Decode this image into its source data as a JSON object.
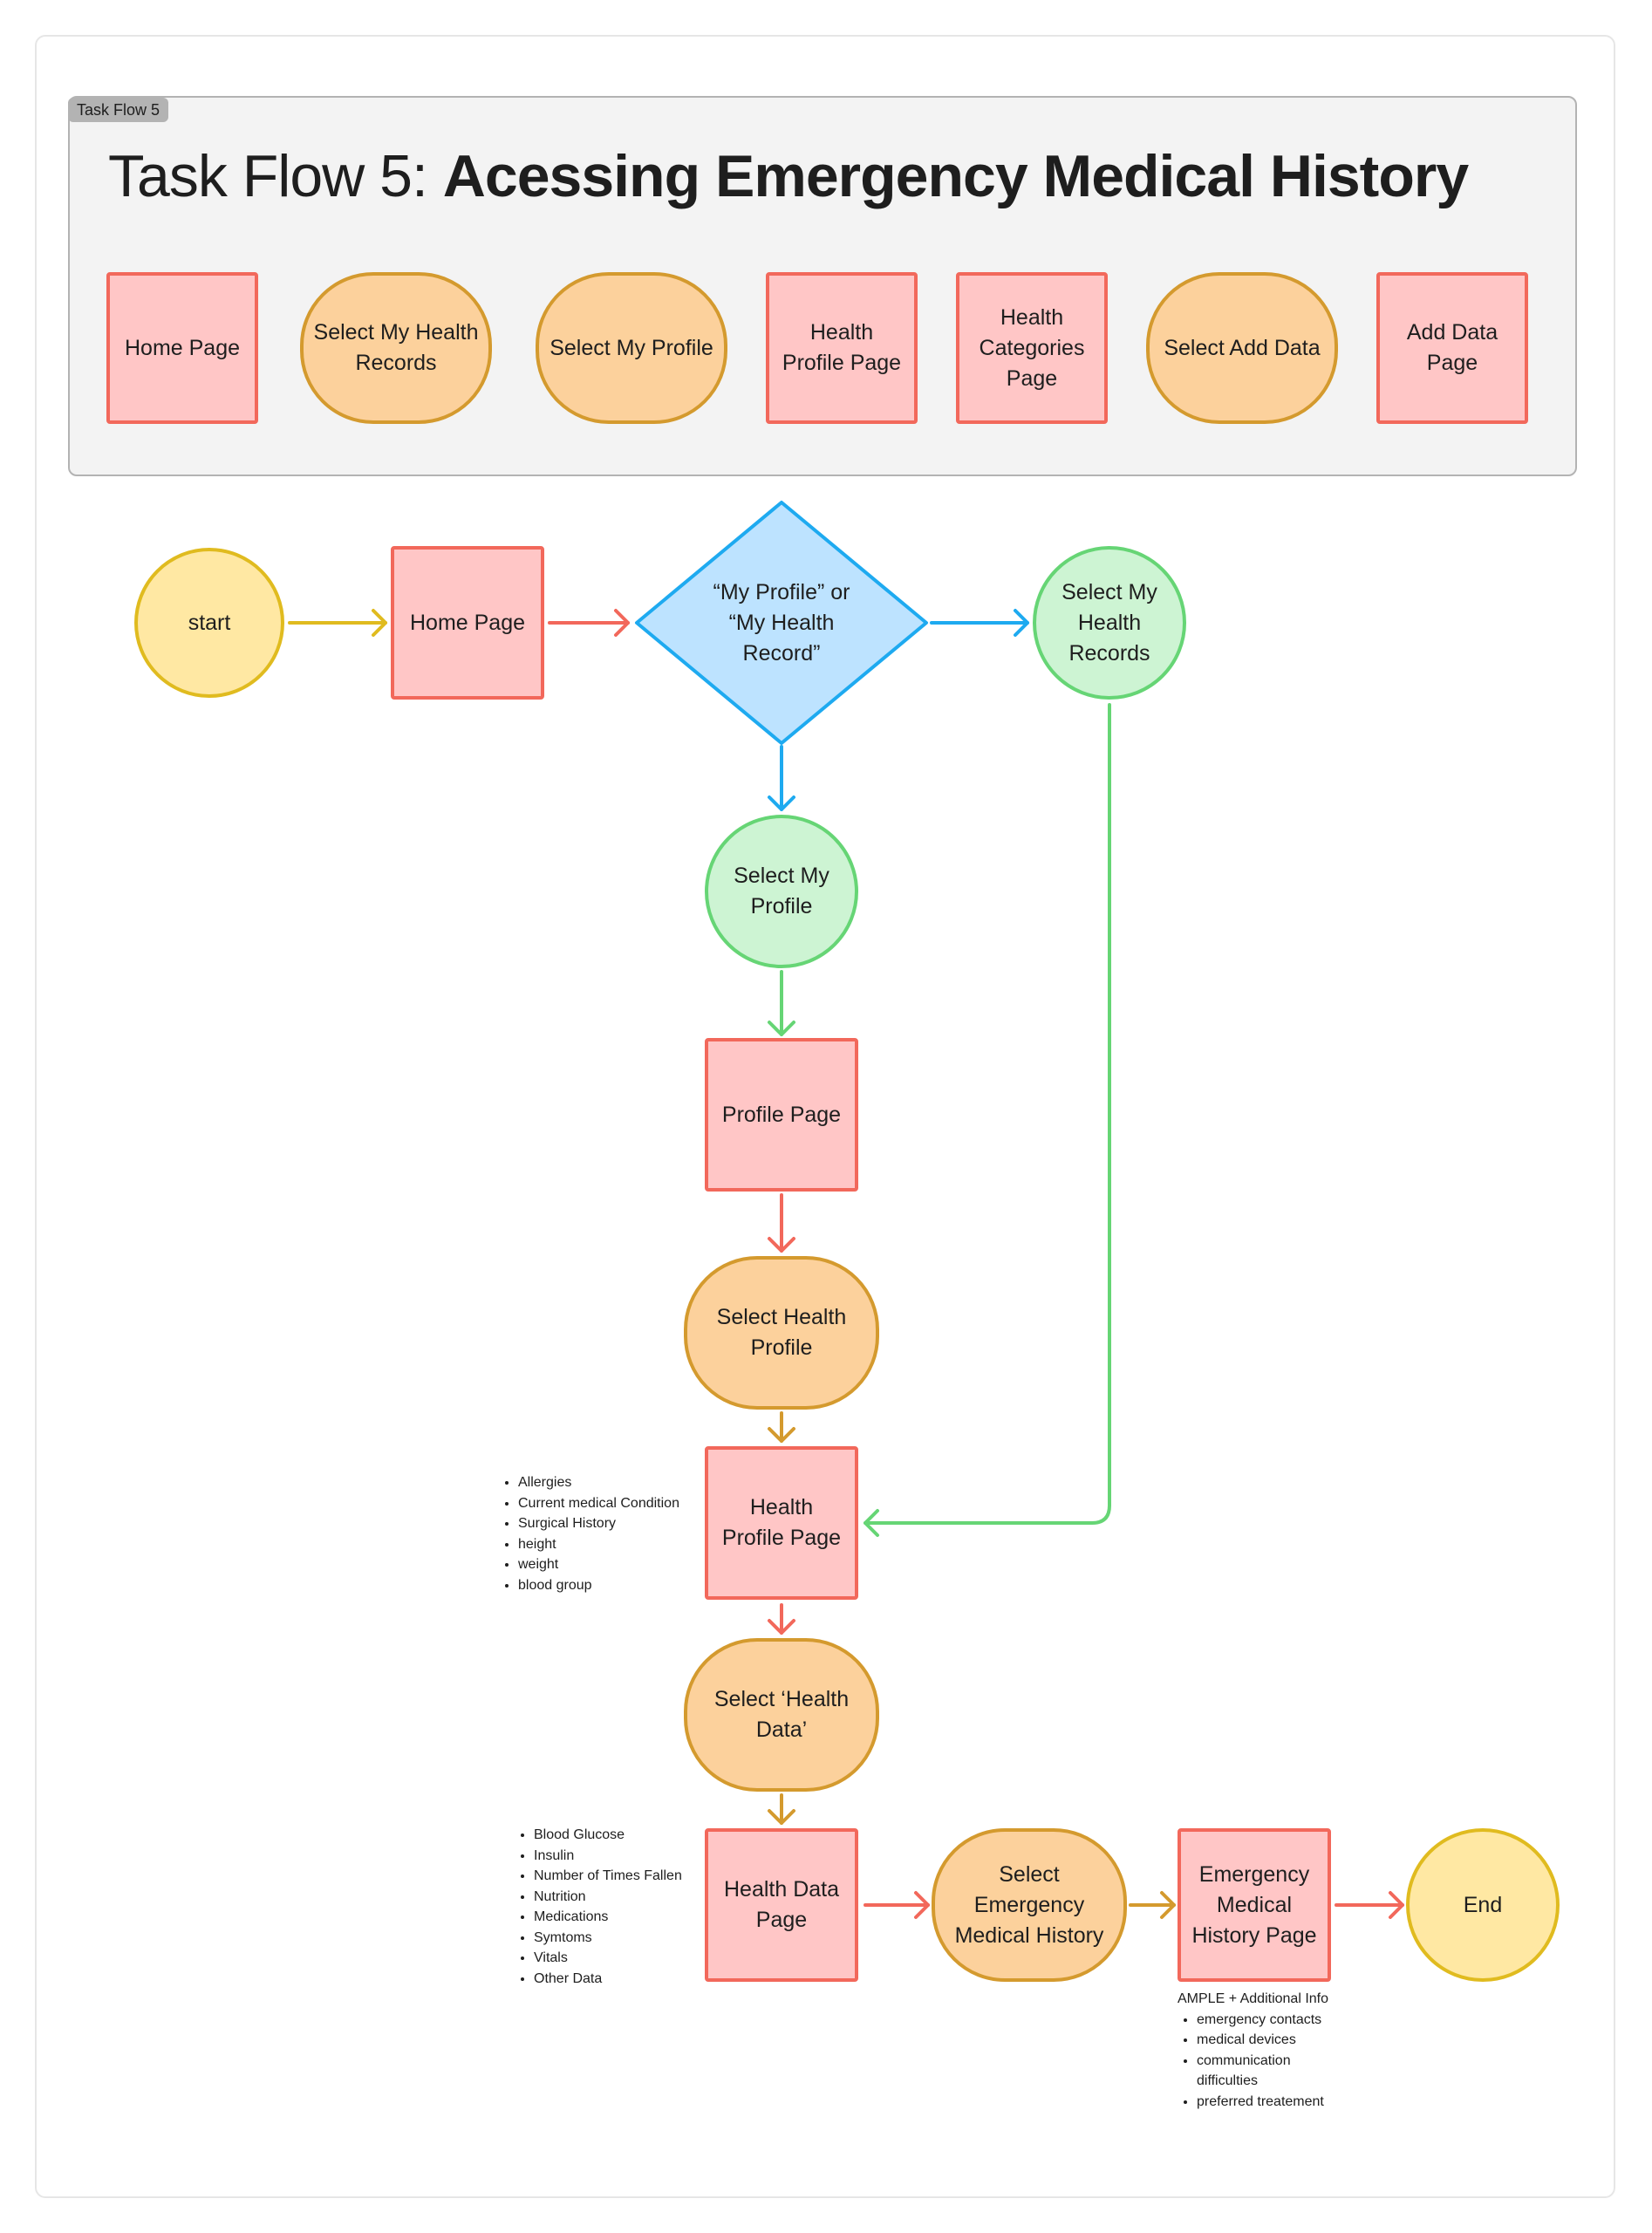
{
  "section": {
    "tag": "Task Flow 5"
  },
  "title": {
    "prefix": "Task Flow 5: ",
    "main": "Acessing Emergency Medical History"
  },
  "legend": [
    {
      "label": "Home Page",
      "kind": "page"
    },
    {
      "label": "Select My Health Records",
      "kind": "action"
    },
    {
      "label": "Select My Profile",
      "kind": "action"
    },
    {
      "label": "Health Profile Page",
      "kind": "page"
    },
    {
      "label": "Health Categories Page",
      "kind": "page"
    },
    {
      "label": "Select Add Data",
      "kind": "action"
    },
    {
      "label": "Add Data Page",
      "kind": "page"
    }
  ],
  "flow": {
    "start": "start",
    "home_page": "Home Page",
    "decision": "“My Profile” or “My Health Record”",
    "select_health_records": "Select My Health Records",
    "select_my_profile": "Select My Profile",
    "profile_page": "Profile Page",
    "select_health_profile": "Select Health Profile",
    "health_profile_page": "Health Profile Page",
    "select_health_data": "Select ‘Health Data’",
    "health_data_page": "Health Data Page",
    "select_emergency_history": "Select Emergency Medical History",
    "emergency_history_page": "Emergency Medical History Page",
    "end": "End"
  },
  "notes": {
    "health_profile_items": [
      "Allergies",
      "Current medical Condition",
      "Surgical History",
      "height",
      "weight",
      "blood group"
    ],
    "health_data_items": [
      "Blood Glucose",
      "Insulin",
      "Number of Times Fallen",
      "Nutrition",
      "Medications",
      "Symtoms",
      "Vitals",
      "Other Data"
    ],
    "emergency_heading": "AMPLE + Additional Info",
    "emergency_items": [
      "emergency contacts",
      "medical devices",
      "communication difficulties",
      "preferred treatement"
    ]
  },
  "colors": {
    "page_fill": "#ffc6c6",
    "page_stroke": "#f2685b",
    "action_fill": "#fcd19c",
    "action_stroke": "#d49a2e",
    "terminal_fill": "#ffe8a3",
    "terminal_stroke": "#e0bb1f",
    "choice_fill": "#cdf4d3",
    "choice_stroke": "#66d575",
    "decision_fill": "#bde3ff",
    "decision_stroke": "#1eaaf0"
  }
}
